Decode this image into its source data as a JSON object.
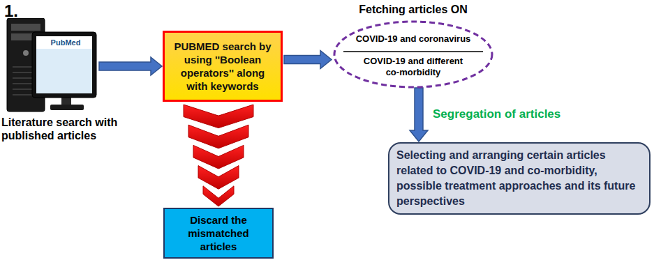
{
  "diagram": {
    "nodes": [
      {
        "text": [
          "Literature search with published articles"
        ]
      },
      {
        "text": [
          "PUBMED search by using ''Boolean operators'' along with keywords"
        ]
      },
      {
        "text": [
          "Fetching articles ON",
          "COVID-19 and coronavirus",
          "COVID-19 and different co-morbidity"
        ]
      },
      {
        "text": [
          "Selecting and arranging certain articles related to COVID-19 and co-morbidity, possible treatment approaches and its future perspectives"
        ]
      },
      {
        "text": [
          "Discard the mismatched articles"
        ]
      }
    ],
    "edges": [
      {
        "from": 0,
        "to": 1,
        "arrow": "to"
      },
      {
        "from": 1,
        "to": 2,
        "arrow": "to"
      },
      {
        "from": 2,
        "to": 3,
        "arrow": "to",
        "label": "Segregation of articles"
      },
      {
        "from": 1,
        "to": 4,
        "arrow": "to"
      }
    ],
    "labels": [
      "1.",
      "PubMed"
    ]
  }
}
